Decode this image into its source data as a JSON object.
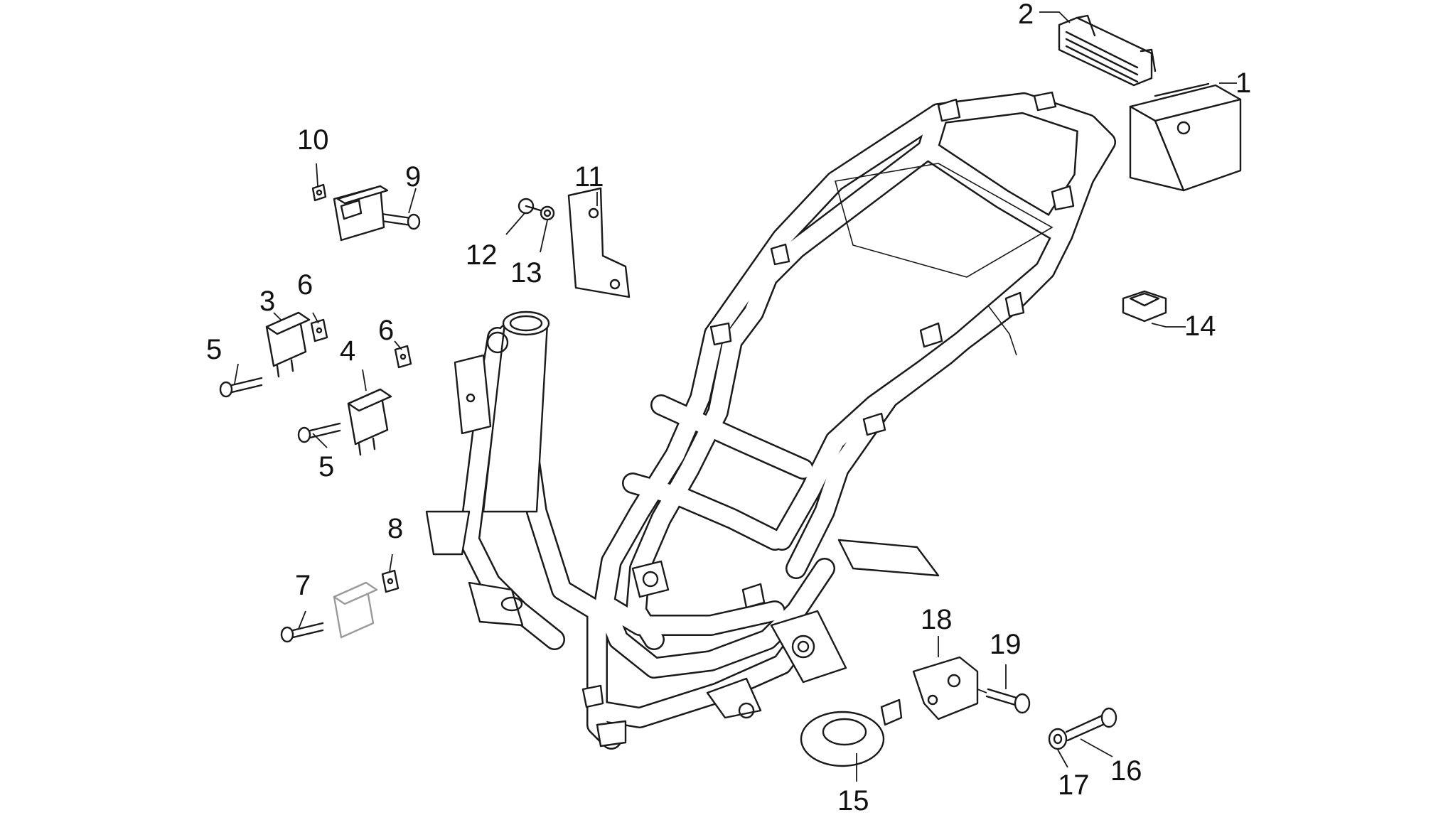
{
  "callouts": [
    "1",
    "2",
    "3",
    "4",
    "5",
    "5",
    "6",
    "6",
    "7",
    "8",
    "9",
    "10",
    "11",
    "12",
    "13",
    "14",
    "15",
    "16",
    "17",
    "18",
    "19"
  ],
  "colors": {
    "line": "#1a1a1a",
    "background": "#ffffff"
  }
}
